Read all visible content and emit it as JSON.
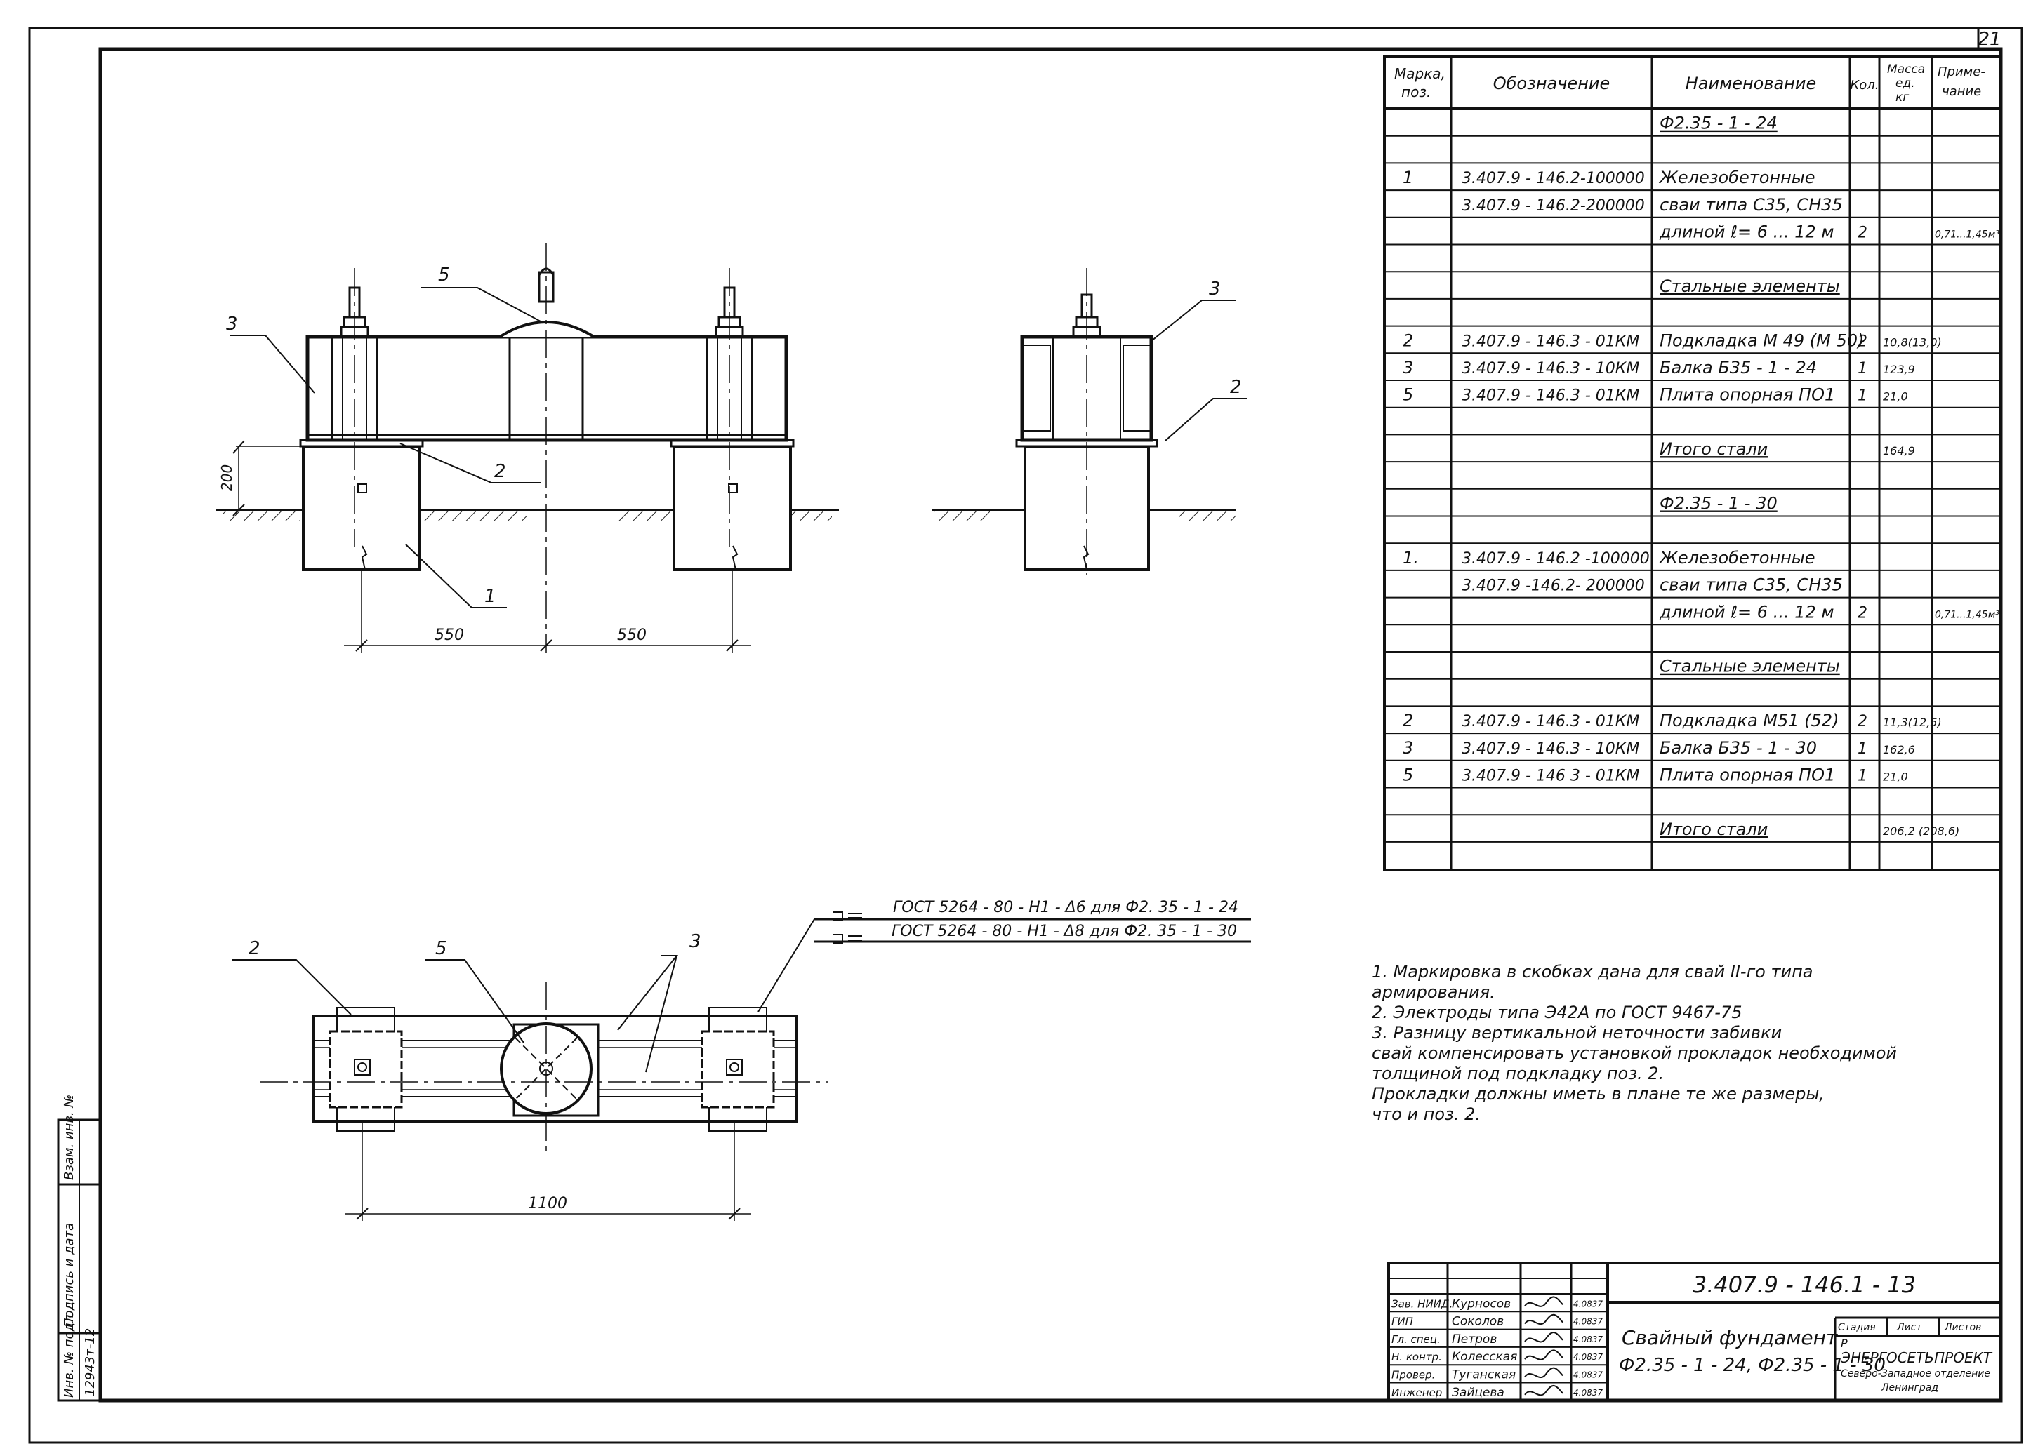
{
  "sheet_number": "21",
  "spec_table": {
    "headers": {
      "mark": "Марка, поз.",
      "designation": "Обозначение",
      "name": "Наименование",
      "qty": "Кол.",
      "mass": "Масса ед. кг",
      "note": "Приме-чание"
    },
    "rows": [
      {
        "mark": "",
        "designation": "",
        "name": "Ф2.35 - 1 - 24",
        "qty": "",
        "mass": "",
        "note": ""
      },
      {
        "mark": "",
        "designation": "",
        "name": "",
        "qty": "",
        "mass": "",
        "note": ""
      },
      {
        "mark": "1",
        "designation": "3.407.9 - 146.2-100000",
        "name": "Железобетонные",
        "qty": "",
        "mass": "",
        "note": ""
      },
      {
        "mark": "",
        "designation": "3.407.9 - 146.2-200000",
        "name": "сваи типа С35, СН35",
        "qty": "",
        "mass": "",
        "note": ""
      },
      {
        "mark": "",
        "designation": "",
        "name": "длиной  ℓ= 6 ... 12 м",
        "qty": "2",
        "mass": "",
        "note": "0,71...1,45м³"
      },
      {
        "mark": "",
        "designation": "",
        "name": "",
        "qty": "",
        "mass": "",
        "note": ""
      },
      {
        "mark": "",
        "designation": "",
        "name": "Стальные элементы",
        "qty": "",
        "mass": "",
        "note": ""
      },
      {
        "mark": "",
        "designation": "",
        "name": "",
        "qty": "",
        "mass": "",
        "note": ""
      },
      {
        "mark": "2",
        "designation": "3.407.9 - 146.3 - 01КМ",
        "name": "Подкладка М 49 (М 50)",
        "qty": "2",
        "mass": "10,8(13,0)",
        "note": ""
      },
      {
        "mark": "3",
        "designation": "3.407.9 - 146.3 - 10КМ",
        "name": "Балка  Б35 - 1 - 24",
        "qty": "1",
        "mass": "123,9",
        "note": ""
      },
      {
        "mark": "5",
        "designation": "3.407.9 - 146.3 - 01КМ",
        "name": "Плита опорная ПО1",
        "qty": "1",
        "mass": "21,0",
        "note": ""
      },
      {
        "mark": "",
        "designation": "",
        "name": "",
        "qty": "",
        "mass": "",
        "note": ""
      },
      {
        "mark": "",
        "designation": "",
        "name": "Итого стали",
        "qty": "",
        "mass": "164,9",
        "note": ""
      },
      {
        "mark": "",
        "designation": "",
        "name": "",
        "qty": "",
        "mass": "",
        "note": ""
      },
      {
        "mark": "",
        "designation": "",
        "name": "Ф2.35 - 1 - 30",
        "qty": "",
        "mass": "",
        "note": ""
      },
      {
        "mark": "",
        "designation": "",
        "name": "",
        "qty": "",
        "mass": "",
        "note": ""
      },
      {
        "mark": "1.",
        "designation": "3.407.9 - 146.2 -100000",
        "name": "Железобетонные",
        "qty": "",
        "mass": "",
        "note": ""
      },
      {
        "mark": "",
        "designation": "3.407.9 -146.2- 200000",
        "name": "сваи типа С35, СН35",
        "qty": "",
        "mass": "",
        "note": ""
      },
      {
        "mark": "",
        "designation": "",
        "name": "длиной  ℓ= 6 ... 12 м",
        "qty": "2",
        "mass": "",
        "note": "0,71...1,45м³"
      },
      {
        "mark": "",
        "designation": "",
        "name": "",
        "qty": "",
        "mass": "",
        "note": ""
      },
      {
        "mark": "",
        "designation": "",
        "name": "Стальные элементы",
        "qty": "",
        "mass": "",
        "note": ""
      },
      {
        "mark": "",
        "designation": "",
        "name": "",
        "qty": "",
        "mass": "",
        "note": ""
      },
      {
        "mark": "2",
        "designation": "3.407.9 - 146.3 - 01КМ",
        "name": "Подкладка М51 (52)",
        "qty": "2",
        "mass": "11,3(12,5)",
        "note": ""
      },
      {
        "mark": "3",
        "designation": "3.407.9 - 146.3 - 10КМ",
        "name": "Балка  Б35 - 1 - 30",
        "qty": "1",
        "mass": "162,6",
        "note": ""
      },
      {
        "mark": "5",
        "designation": "3.407.9 - 146 3 - 01КМ",
        "name": "Плита опорная ПО1",
        "qty": "1",
        "mass": "21,0",
        "note": ""
      },
      {
        "mark": "",
        "designation": "",
        "name": "",
        "qty": "",
        "mass": "",
        "note": ""
      },
      {
        "mark": "",
        "designation": "",
        "name": "Итого стали",
        "qty": "",
        "mass": "206,2 (208,6)",
        "note": ""
      },
      {
        "mark": "",
        "designation": "",
        "name": "",
        "qty": "",
        "mass": "",
        "note": ""
      }
    ]
  },
  "drawing": {
    "front_callouts": {
      "c5": "5",
      "c3": "3",
      "c2": "2",
      "c1": "1"
    },
    "side_callouts": {
      "c3": "3",
      "c2": "2"
    },
    "dims": {
      "d200": "200",
      "d550a": "550",
      "d550b": "550",
      "d1100": "1100"
    },
    "plan_callouts": {
      "c2": "2",
      "c5": "5",
      "c3": "3"
    },
    "weld_1": "ГОСТ 5264 - 80 - Н1 - Δ6  для  Ф2. 35 - 1 - 24",
    "weld_2": "ГОСТ 5264 - 80 - Н1 - Δ8  для  Ф2. 35 - 1 - 30"
  },
  "notes": [
    "1.  Маркировка в скобках дана для свай II-го типа",
    "     армирования.",
    "2.  Электроды типа Э42А  по ГОСТ 9467-75",
    "3.  Разницу вертикальной неточности забивки",
    "     свай компенсировать установкой прокладок необходимой",
    "     толщиной под подкладку поз. 2.",
    "     Прокладки должны иметь в плане   те же размеры,",
    "     что и поз. 2."
  ],
  "side_stamp": {
    "inv_podl": "Инв. № подл.",
    "inv_num": "12943т-12",
    "podpis": "Подпись и дата",
    "vzam": "Взам. инв. №"
  },
  "title_block": {
    "code": "3.407.9 - 146.1 - 13",
    "title_line1": "Свайный фундамент",
    "title_line2": "Ф2.35 - 1 - 24,  Ф2.35 - 1 - 30",
    "stage_label": "Стадия",
    "sheet_label": "Лист",
    "sheets_label": "Листов",
    "stage_value": "Р",
    "org_line1": "ЭНЕРГОСЕТЬПРОЕКТ",
    "org_line2": "Северо-Западное отделение",
    "org_line3": "Ленинград",
    "staff": [
      {
        "role": "Зав. НИИД.",
        "name": "Курносов",
        "date": "4.0837"
      },
      {
        "role": "ГИП",
        "name": "Соколов",
        "date": "4.0837"
      },
      {
        "role": "Гл. спец.",
        "name": "Петров",
        "date": "4.0837"
      },
      {
        "role": "Н. контр.",
        "name": "Колесская",
        "date": "4.0837"
      },
      {
        "role": "Провер.",
        "name": "Туганская",
        "date": "4.0837"
      },
      {
        "role": "Инженер",
        "name": "Зайцева",
        "date": "4.0837"
      }
    ]
  }
}
